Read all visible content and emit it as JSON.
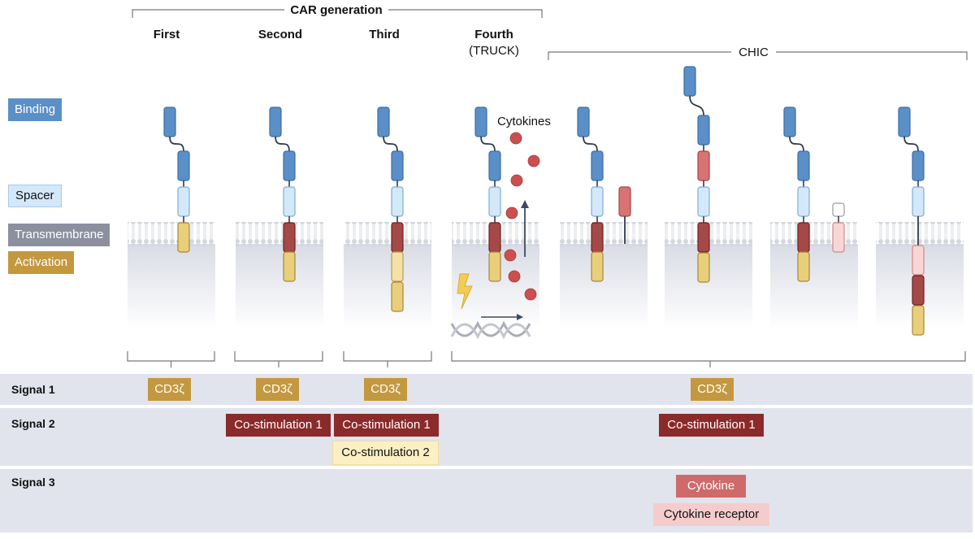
{
  "title": {
    "car_generation": "CAR generation",
    "chic": "CHIC"
  },
  "generations": [
    {
      "label": "First",
      "sub": ""
    },
    {
      "label": "Second",
      "sub": ""
    },
    {
      "label": "Third",
      "sub": ""
    },
    {
      "label": "Fourth",
      "sub": "(TRUCK)"
    }
  ],
  "legend": {
    "binding": "Binding",
    "spacer": "Spacer",
    "transmembrane": "Transmembrane",
    "activation": "Activation"
  },
  "cytokines_label": "Cytokines",
  "signals": [
    {
      "label": "Signal 1"
    },
    {
      "label": "Signal 2"
    },
    {
      "label": "Signal 3"
    }
  ],
  "chips": {
    "cd3z": "CD3ζ",
    "costim1": "Co-stimulation 1",
    "costim2": "Co-stimulation 2",
    "cytokine": "Cytokine",
    "cytokine_receptor": "Cytokine receptor"
  },
  "colors": {
    "binding": "#5b8fc7",
    "spacer": "#d3e8f8",
    "transmembrane": "#8c8f9e",
    "activation": "#c4983f",
    "costim1": "#8b2a2a",
    "costim2": "#fbefc3",
    "cytokine": "#cf6a6a",
    "cytokine_receptor": "#f5cccc",
    "band": "#e1e4ec"
  }
}
